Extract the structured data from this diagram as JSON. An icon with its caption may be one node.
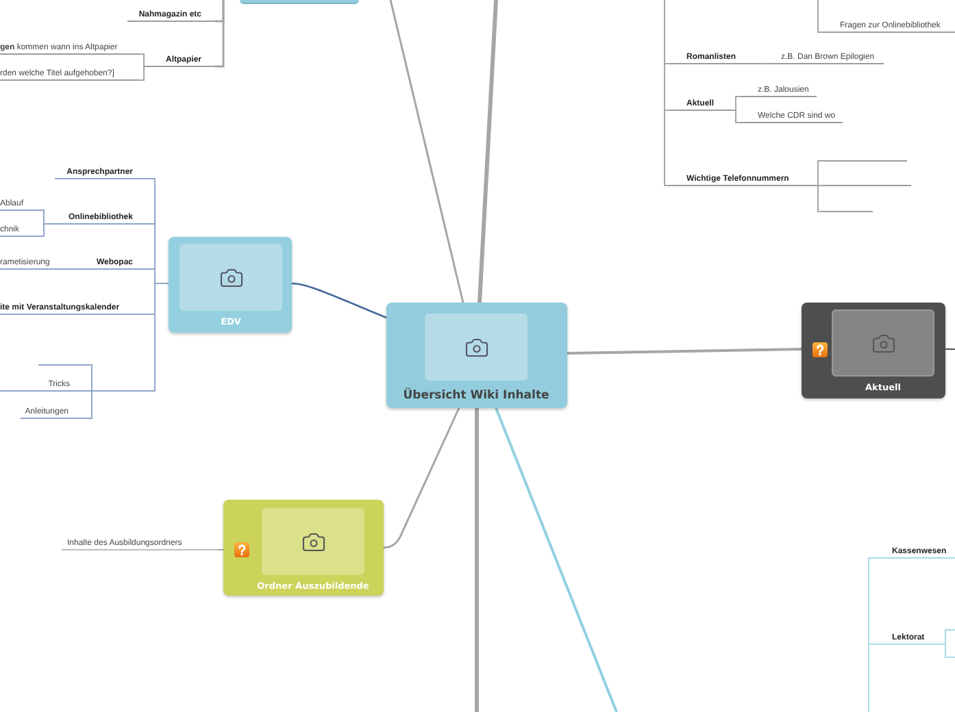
{
  "diagram": {
    "nodes": [
      {
        "text": [],
        "shape": "box"
      },
      {
        "text": [
          "Nahmagazin etc"
        ]
      },
      {
        "text": [
          "**gen** kommen wann ins Altpapier"
        ]
      },
      {
        "text": [
          "Altpapier"
        ]
      },
      {
        "text": [
          "rden welche Titel aufgehoben?]"
        ]
      },
      {
        "text": [
          "Fragen zur Onlinebibliothek"
        ]
      },
      {
        "text": [
          "Romanlisten"
        ]
      },
      {
        "text": [
          "z.B. Dan Brown Epilogien"
        ]
      },
      {
        "text": [
          "Aktuell"
        ]
      },
      {
        "text": [
          "z.B. Jalousien"
        ]
      },
      {
        "text": [
          "Welche CDR sind wo"
        ]
      },
      {
        "text": [
          "Wichtige Telefonnummern"
        ]
      },
      {
        "text": [],
        "shape": "line"
      },
      {
        "text": [],
        "shape": "line"
      },
      {
        "text": [],
        "shape": "line"
      },
      {
        "text": [
          "Ansprechpartner"
        ]
      },
      {
        "text": [
          "Ablauf"
        ]
      },
      {
        "text": [
          "Onlinebibliothek"
        ]
      },
      {
        "text": [
          "chnik"
        ]
      },
      {
        "text": [
          "rametisierung"
        ]
      },
      {
        "text": [
          "Webopac"
        ]
      },
      {
        "text": [
          "ite mit Veranstaltungskalender"
        ]
      },
      {
        "text": [
          "EDV"
        ]
      },
      {
        "text": [
          "Übersicht Wiki Inhalte"
        ]
      },
      {
        "text": [
          "Aktuell"
        ]
      },
      {
        "text": [],
        "shape": "line"
      },
      {
        "text": [],
        "shape": "line"
      },
      {
        "text": [
          "Tricks"
        ]
      },
      {
        "text": [
          "Anleitungen"
        ]
      },
      {
        "text": [
          "Inhalte des Ausbildungsordners"
        ]
      },
      {
        "text": [
          "Ordner Auszubildende"
        ]
      },
      {
        "text": [
          "Kassenwesen"
        ]
      },
      {
        "text": [
          "Lektorat"
        ]
      }
    ],
    "edges": [
      {
        "from": 23,
        "to": null,
        "arrow": "none"
      },
      {
        "from": 23,
        "to": null,
        "arrow": "none",
        "style": "thick"
      },
      {
        "from": null,
        "to": 1,
        "arrow": "none"
      },
      {
        "from": null,
        "to": 3,
        "arrow": "none"
      },
      {
        "from": 3,
        "to": 2,
        "arrow": "none"
      },
      {
        "from": 3,
        "to": 4,
        "arrow": "none"
      },
      {
        "from": null,
        "to": 5,
        "arrow": "none"
      },
      {
        "from": null,
        "to": 6,
        "arrow": "none"
      },
      {
        "from": 6,
        "to": 7,
        "arrow": "none"
      },
      {
        "from": null,
        "to": 8,
        "arrow": "none"
      },
      {
        "from": 8,
        "to": 9,
        "arrow": "none"
      },
      {
        "from": 8,
        "to": 10,
        "arrow": "none"
      },
      {
        "from": null,
        "to": 11,
        "arrow": "none"
      },
      {
        "from": 11,
        "to": 12,
        "arrow": "none"
      },
      {
        "from": 11,
        "to": 13,
        "arrow": "none"
      },
      {
        "from": 11,
        "to": 14,
        "arrow": "none"
      },
      {
        "from": 22,
        "to": 15,
        "arrow": "none",
        "color": "#8ea6c8"
      },
      {
        "from": 22,
        "to": 17,
        "arrow": "none",
        "color": "#8ea6c8"
      },
      {
        "from": 17,
        "to": 16,
        "arrow": "none",
        "color": "#8ea6c8"
      },
      {
        "from": 17,
        "to": 18,
        "arrow": "none",
        "color": "#8ea6c8"
      },
      {
        "from": 22,
        "to": 20,
        "arrow": "none",
        "color": "#8ea6c8"
      },
      {
        "from": 20,
        "to": 19,
        "arrow": "none",
        "color": "#8ea6c8"
      },
      {
        "from": 22,
        "to": 21,
        "arrow": "none",
        "color": "#8ea6c8"
      },
      {
        "from": 22,
        "to": 25,
        "arrow": "none",
        "color": "#8ea6c8"
      },
      {
        "from": 25,
        "to": 26,
        "arrow": "none",
        "color": "#8ea6c8"
      },
      {
        "from": 25,
        "to": 27,
        "arrow": "none",
        "color": "#8ea6c8"
      },
      {
        "from": 25,
        "to": 28,
        "arrow": "none",
        "color": "#8ea6c8"
      },
      {
        "from": 23,
        "to": 22,
        "arrow": "none",
        "color": "#44699a"
      },
      {
        "from": 23,
        "to": 24,
        "arrow": "none"
      },
      {
        "from": 24,
        "to": null,
        "arrow": "none",
        "color": "#555555"
      },
      {
        "from": 23,
        "to": 30,
        "arrow": "none"
      },
      {
        "from": 30,
        "to": 29,
        "arrow": "none"
      },
      {
        "from": 23,
        "to": null,
        "arrow": "none",
        "style": "thick"
      },
      {
        "from": 23,
        "to": null,
        "arrow": "none",
        "color": "#93d0e0"
      },
      {
        "from": null,
        "to": 31,
        "arrow": "none",
        "color": "#a9dae7"
      },
      {
        "from": null,
        "to": 32,
        "arrow": "none",
        "color": "#a9dae7"
      },
      {
        "from": 32,
        "to": null,
        "arrow": "none",
        "color": "#a9dae7"
      },
      {
        "from": 32,
        "to": null,
        "arrow": "none",
        "color": "#a9dae7"
      }
    ]
  }
}
